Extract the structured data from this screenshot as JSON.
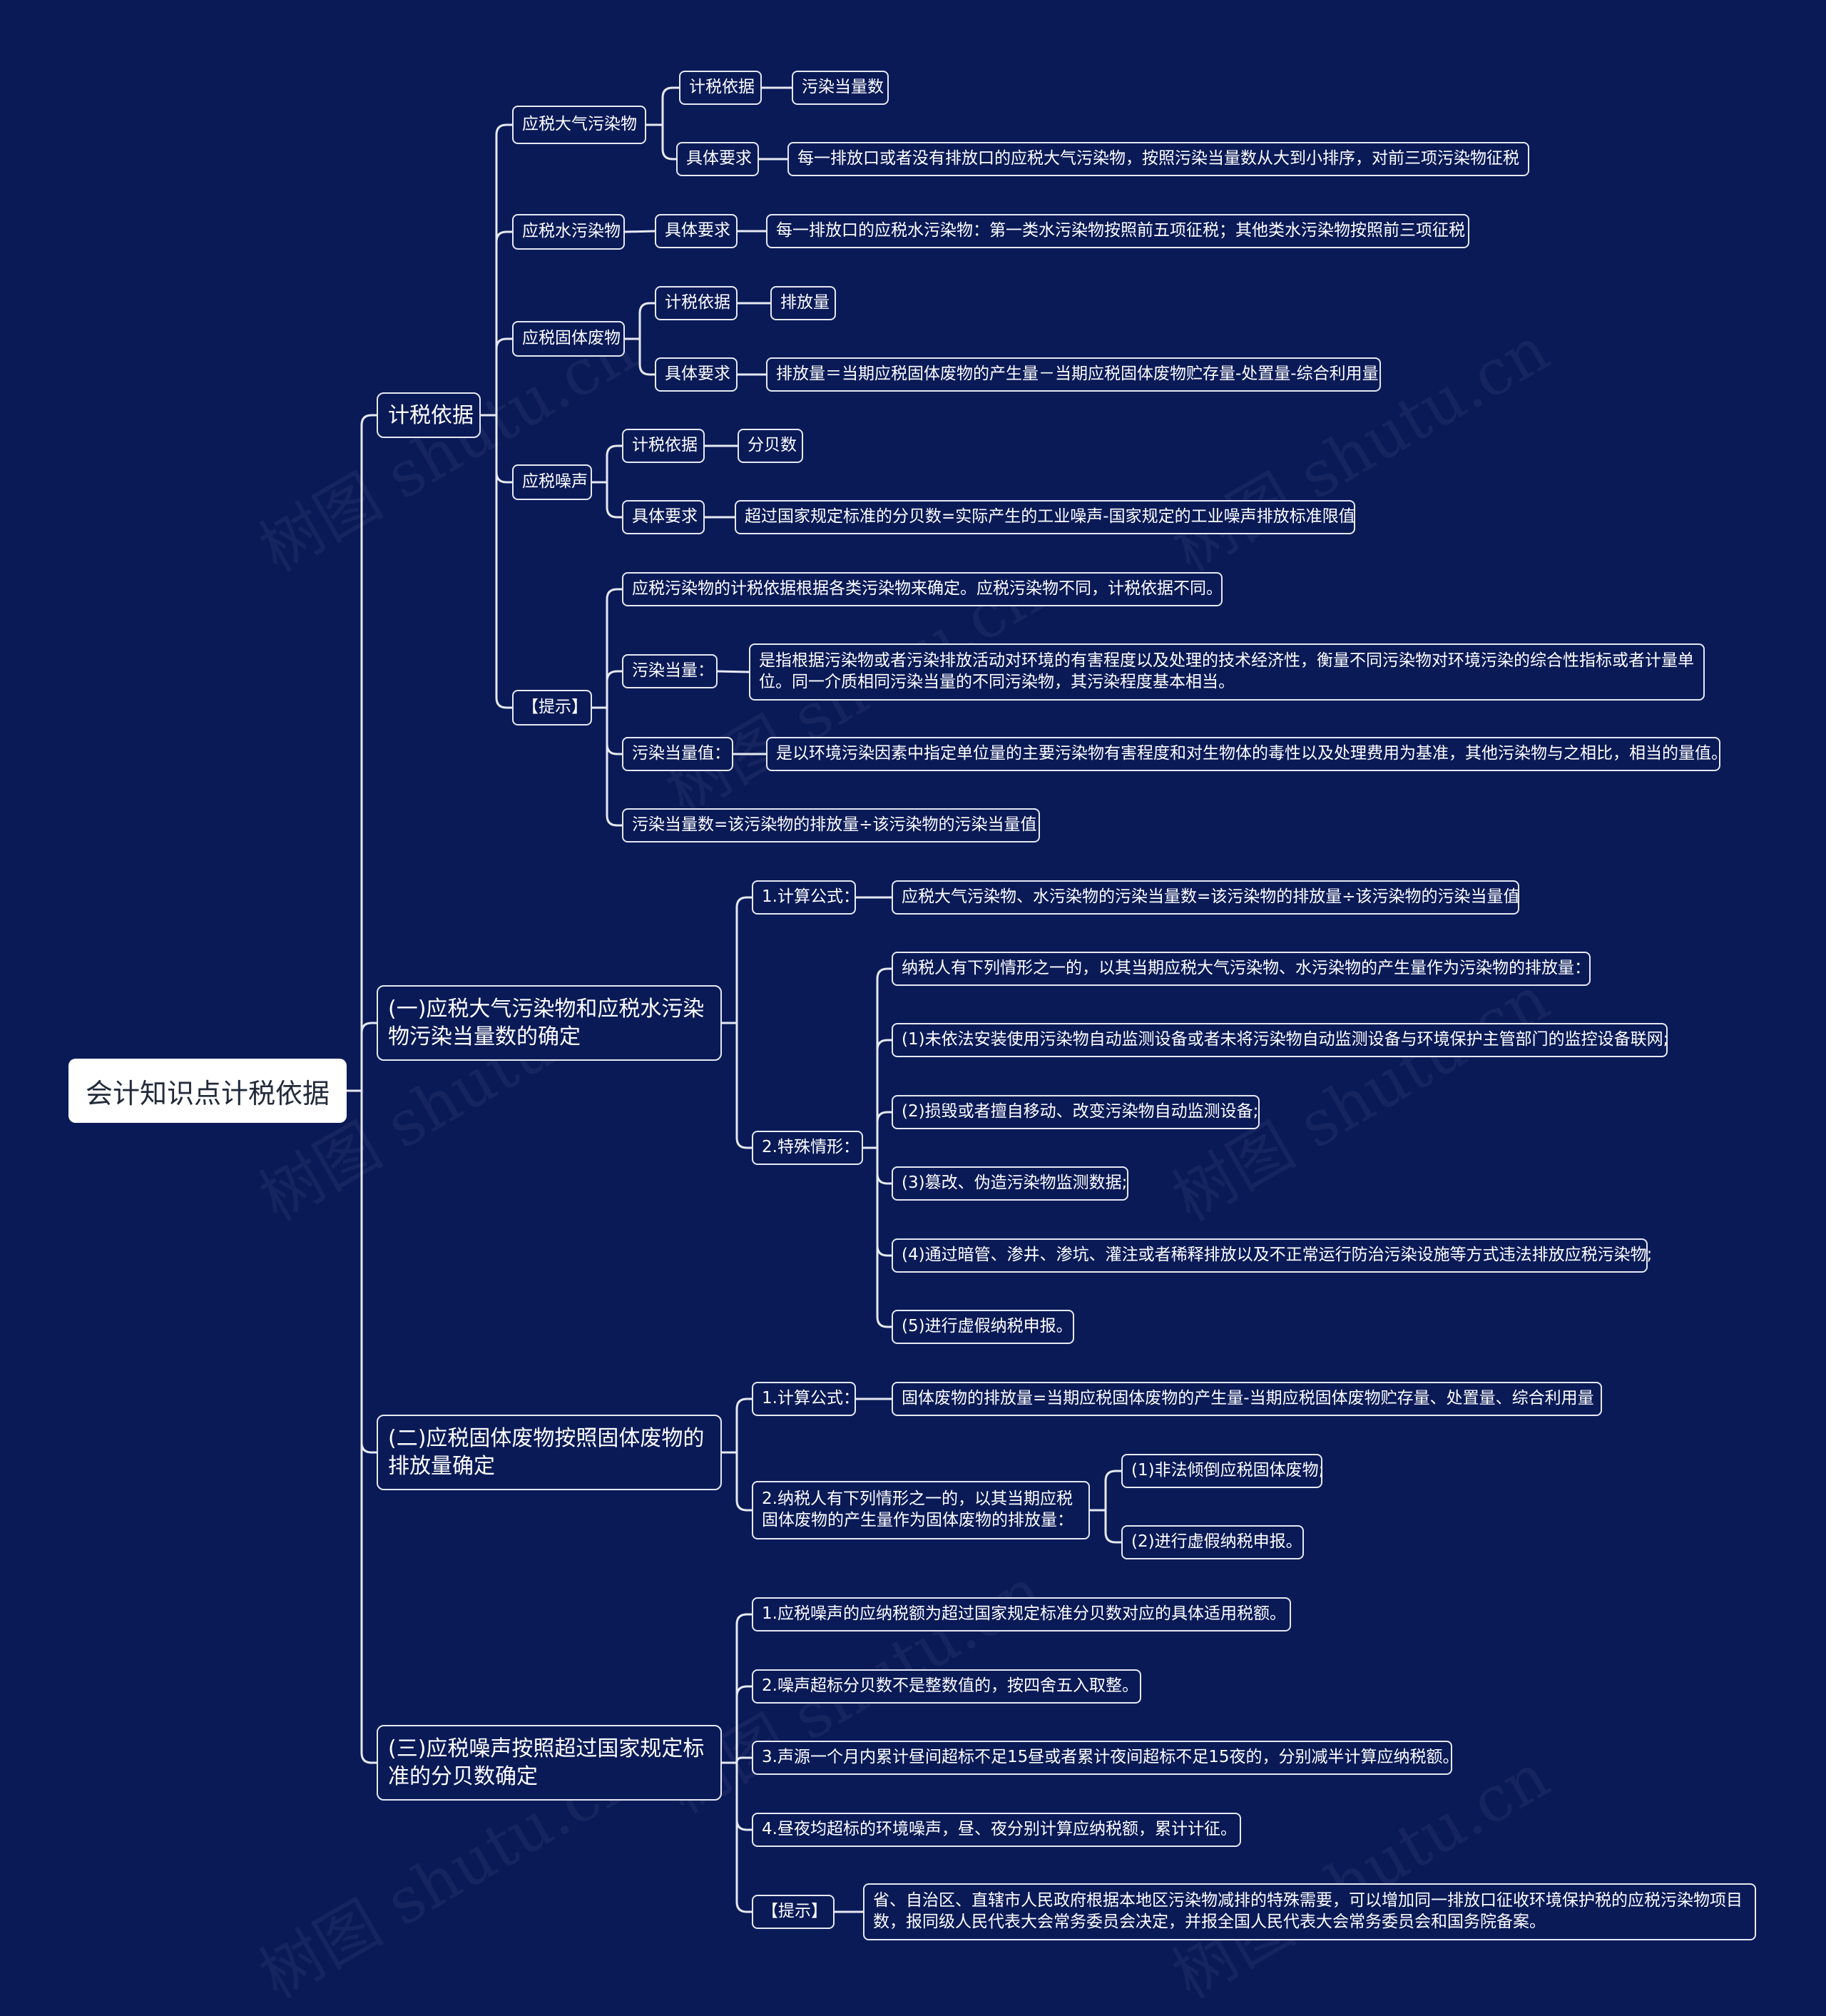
{
  "root": "会计知识点计税依据",
  "watermark": "树图 shutu.cn",
  "colors": {
    "background": "#0a1a57",
    "line": "#e6e9f2",
    "root_bg": "#ffffff"
  },
  "nodes": {
    "n1": "计税依据",
    "n1a": "应税大气污染物",
    "n1a1": "计税依据",
    "n1a1a": "污染当量数",
    "n1a2": "具体要求",
    "n1a2a": "每一排放口或者没有排放口的应税大气污染物，按照污染当量数从大到小排序，对前三项污染物征税",
    "n1b": "应税水污染物",
    "n1b1": "具体要求",
    "n1b1a": "每一排放口的应税水污染物：第一类水污染物按照前五项征税；其他类水污染物按照前三项征税",
    "n1c": "应税固体废物",
    "n1c1": "计税依据",
    "n1c1a": "排放量",
    "n1c2": "具体要求",
    "n1c2a": "排放量＝当期应税固体废物的产生量－当期应税固体废物贮存量-处置量-综合利用量",
    "n1d": "应税噪声",
    "n1d1": "计税依据",
    "n1d1a": "分贝数",
    "n1d2": "具体要求",
    "n1d2a": "超过国家规定标准的分贝数=实际产生的工业噪声-国家规定的工业噪声排放标准限值",
    "n1e": "【提示】",
    "n1e1": "应税污染物的计税依据根据各类污染物来确定。应税污染物不同，计税依据不同。",
    "n1e2": "污染当量：",
    "n1e2a": "是指根据污染物或者污染排放活动对环境的有害程度以及处理的技术经济性，衡量不同污染物对环境污染的综合性指标或者计量单位。同一介质相同污染当量的不同污染物，其污染程度基本相当。",
    "n1e3": "污染当量值：",
    "n1e3a": "是以环境污染因素中指定单位量的主要污染物有害程度和对生物体的毒性以及处理费用为基准，其他污染物与之相比，相当的量值。",
    "n1e4": "污染当量数=该污染物的排放量÷该污染物的污染当量值",
    "n2": "(一)应税大气污染物和应税水污染物污染当量数的确定",
    "n2a": "1.计算公式：",
    "n2a1": "应税大气污染物、水污染物的污染当量数=该污染物的排放量÷该污染物的污染当量值",
    "n2b": "2.特殊情形：",
    "n2b1": "纳税人有下列情形之一的，以其当期应税大气污染物、水污染物的产生量作为污染物的排放量：",
    "n2b2": "(1)未依法安装使用污染物自动监测设备或者未将污染物自动监测设备与环境保护主管部门的监控设备联网;",
    "n2b3": "(2)损毁或者擅自移动、改变污染物自动监测设备;",
    "n2b4": "(3)篡改、伪造污染物监测数据;",
    "n2b5": "(4)通过暗管、渗井、渗坑、灌注或者稀释排放以及不正常运行防治污染设施等方式违法排放应税污染物;",
    "n2b6": "(5)进行虚假纳税申报。",
    "n3": "(二)应税固体废物按照固体废物的排放量确定",
    "n3a": "1.计算公式：",
    "n3a1": "固体废物的排放量=当期应税固体废物的产生量-当期应税固体废物贮存量、处置量、综合利用量",
    "n3b": "2.纳税人有下列情形之一的，以其当期应税固体废物的产生量作为固体废物的排放量：",
    "n3b1": "(1)非法倾倒应税固体废物;",
    "n3b2": "(2)进行虚假纳税申报。",
    "n4": "(三)应税噪声按照超过国家规定标准的分贝数确定",
    "n4a": "1.应税噪声的应纳税额为超过国家规定标准分贝数对应的具体适用税额。",
    "n4b": "2.噪声超标分贝数不是整数值的，按四舍五入取整。",
    "n4c": "3.声源一个月内累计昼间超标不足15昼或者累计夜间超标不足15夜的，分别减半计算应纳税额。",
    "n4d": "4.昼夜均超标的环境噪声，昼、夜分别计算应纳税额，累计计征。",
    "n4e": "【提示】",
    "n4e1": "省、自治区、直辖市人民政府根据本地区污染物减排的特殊需要，可以增加同一排放口征收环境保护税的应税污染物项目数，报同级人民代表大会常务委员会决定，并报全国人民代表大会常务委员会和国务院备案。"
  }
}
